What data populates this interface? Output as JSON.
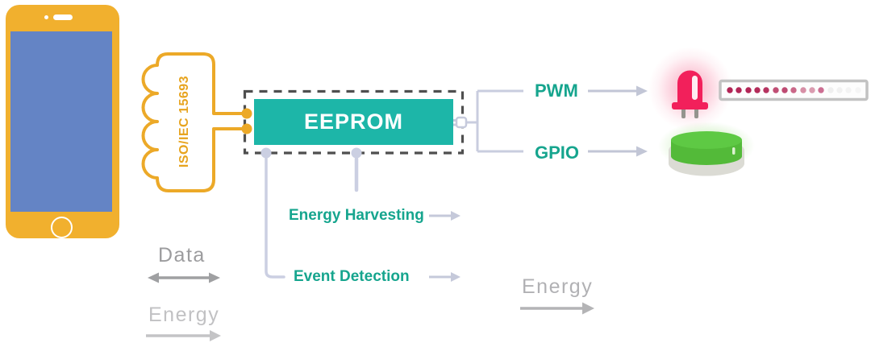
{
  "antenna": {
    "standard_label": "ISO/IEC 15693"
  },
  "chip": {
    "label": "EEPROM"
  },
  "outputs": {
    "pwm_label": "PWM",
    "gpio_label": "GPIO"
  },
  "features": {
    "energy_harvesting_label": "Energy Harvesting",
    "event_detection_label": "Event Detection"
  },
  "energy_flow": {
    "label": "Energy"
  },
  "legend": {
    "data_label": "Data",
    "energy_label": "Energy"
  },
  "colors": {
    "accent_yellow": "#F1B02E",
    "screen_blue": "#6484C5",
    "chip_teal": "#1DB6A8",
    "label_teal": "#16A58E",
    "wire_gray": "#C9CDDF",
    "dashed_border_gray": "#4F4F4F",
    "led_pink": "#F2205B",
    "button_green": "#53BA39",
    "legend_gray": "#9C9C9E"
  }
}
